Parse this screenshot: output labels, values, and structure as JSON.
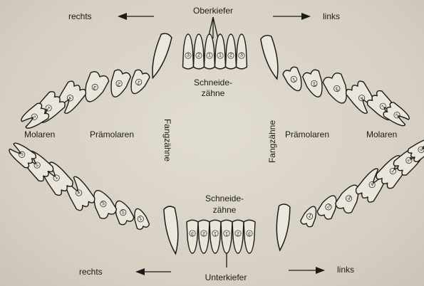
{
  "upper_jaw": {
    "title": "Oberkiefer",
    "right": "rechts",
    "left": "links",
    "incisors_label_1": "Schneide-",
    "incisors_label_2": "zähne"
  },
  "lower_jaw": {
    "title": "Unterkiefer",
    "right": "rechts",
    "left": "links",
    "incisors_label_1": "Schneide-",
    "incisors_label_2": "zähne"
  },
  "side_labels": {
    "molars_left": "Molaren",
    "premolars_left": "Prämolaren",
    "premolars_right": "Prämolaren",
    "molars_right": "Molaren",
    "canine_left": "Fangzähne",
    "canine_right": "Fangzähne"
  },
  "tooth_numbers": {
    "upper_incisors": [
      "3",
      "2",
      "1",
      "1",
      "2",
      "3"
    ],
    "lower_incisors": [
      "3",
      "2",
      "1",
      "1",
      "2",
      "3"
    ],
    "upper_right_cheek": [
      "1",
      "2",
      "3",
      "4",
      "1",
      "2"
    ],
    "upper_left_cheek": [
      "1",
      "2",
      "3",
      "4",
      "1",
      "2"
    ],
    "lower_right_cheek": [
      "1",
      "2",
      "3",
      "4",
      "1",
      "2",
      "3"
    ],
    "lower_left_cheek": [
      "1",
      "2",
      "3",
      "4",
      "1",
      "2",
      "3"
    ]
  }
}
